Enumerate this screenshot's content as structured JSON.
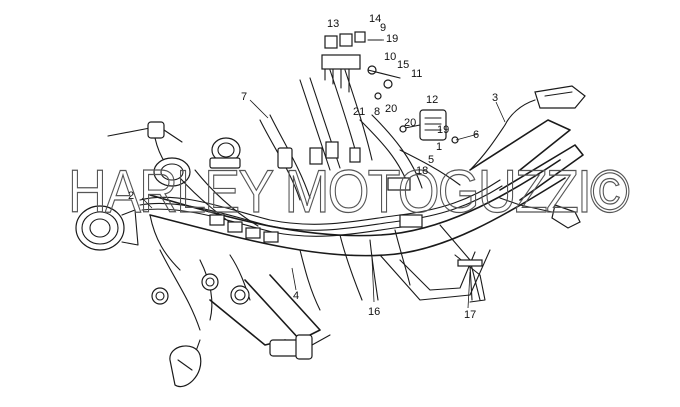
{
  "watermark": "HARLEY MOTOGUZZI©",
  "callouts": {
    "c1": "1",
    "c2": "2",
    "c3": "3",
    "c4": "4",
    "c5": "5",
    "c6": "6",
    "c7": "7",
    "c8": "8",
    "c9": "9",
    "c10": "10",
    "c11": "11",
    "c12": "12",
    "c13": "13",
    "c14": "14",
    "c15": "15",
    "c16": "16",
    "c17": "17",
    "c18": "18",
    "c19": "19",
    "c19b": "19",
    "c20": "20",
    "c20b": "20",
    "c21": "21"
  }
}
